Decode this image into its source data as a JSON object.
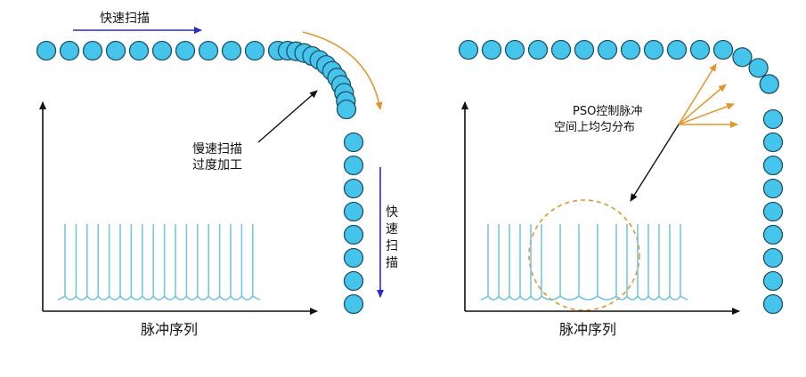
{
  "left": {
    "top_arrow_label": "快速扫描",
    "slow_label_line1": "慢速扫描",
    "slow_label_line2": "过度加工",
    "side_arrow_label": "快速扫描",
    "axis_label": "脉冲序列"
  },
  "right": {
    "pso_label_line1": "PSO控制脉冲",
    "pso_label_line2": "空间上均匀分布",
    "axis_label": "脉冲序列"
  },
  "colors": {
    "circle_fill": "#45c4ec",
    "circle_stroke": "#1f4f68",
    "pulse": "#6fc3dc",
    "scan_arrow": "#2b2bc8",
    "curve_arrow": "#e2962b",
    "axis": "#111111"
  }
}
